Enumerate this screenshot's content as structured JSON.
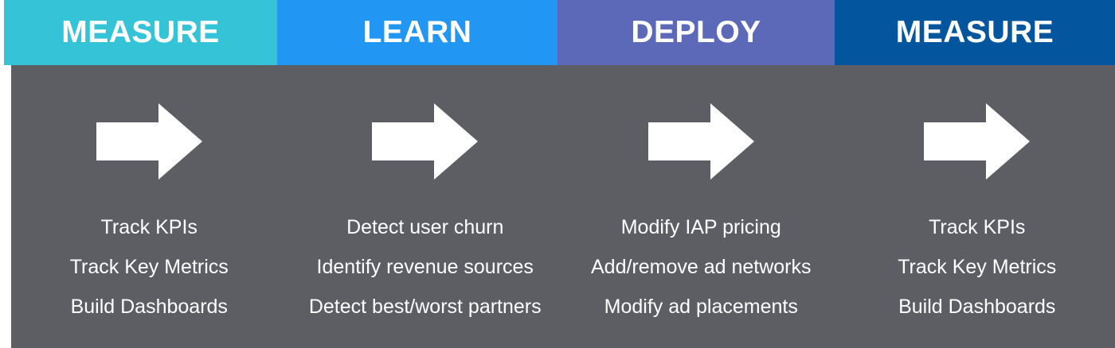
{
  "palette": {
    "body_background": "#5c5e64",
    "page_background": "#ffffff",
    "text_on_dark": "#ffffff",
    "header_text": "#ffffff",
    "arrow_fill": "#ffffff"
  },
  "header": {
    "stages": [
      {
        "label": "MEASURE",
        "color": "#35c4d7"
      },
      {
        "label": "LEARN",
        "color": "#2196f3"
      },
      {
        "label": "DEPLOY",
        "color": "#5c69b8"
      },
      {
        "label": "MEASURE",
        "color": "#03559e"
      }
    ]
  },
  "columns": [
    {
      "stage": "MEASURE",
      "arrow_icon": "arrow-right-icon",
      "tasks": [
        "Track KPIs",
        "Track Key Metrics",
        "Build Dashboards"
      ]
    },
    {
      "stage": "LEARN",
      "arrow_icon": "arrow-right-icon",
      "tasks": [
        "Detect user churn",
        "Identify revenue sources",
        "Detect best/worst partners"
      ]
    },
    {
      "stage": "DEPLOY",
      "arrow_icon": "arrow-right-icon",
      "tasks": [
        "Modify IAP pricing",
        "Add/remove ad networks",
        "Modify ad placements"
      ]
    },
    {
      "stage": "MEASURE",
      "arrow_icon": "arrow-right-icon",
      "tasks": [
        "Track KPIs",
        "Track Key Metrics",
        "Build Dashboards"
      ]
    }
  ]
}
